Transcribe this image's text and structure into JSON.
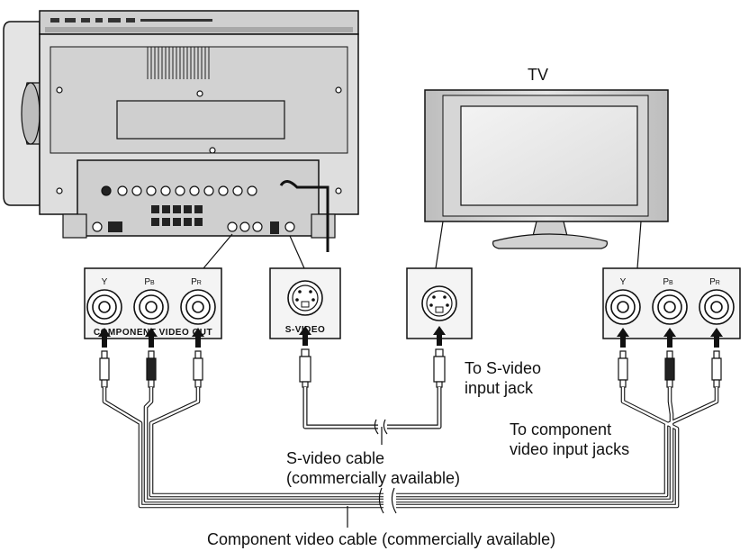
{
  "tv": {
    "label": "TV"
  },
  "component_out": {
    "panel_text": "COMPONENT VIDEO OUT",
    "jacks": [
      {
        "main": "Y",
        "sub": ""
      },
      {
        "main": "P",
        "sub": "B"
      },
      {
        "main": "P",
        "sub": "R"
      }
    ]
  },
  "svideo_out": {
    "panel_text": "S-VIDEO"
  },
  "tv_component_in": {
    "jacks": [
      {
        "main": "Y",
        "sub": ""
      },
      {
        "main": "P",
        "sub": "B"
      },
      {
        "main": "P",
        "sub": "R"
      }
    ]
  },
  "labels": {
    "svideo_input": [
      "To S-video",
      "input jack"
    ],
    "component_input": [
      "To component",
      "video input jacks"
    ],
    "svideo_cable": [
      "S-video cable",
      "(commercially available)"
    ],
    "component_cable": "Component video cable (commercially available)"
  },
  "colors": {
    "line": "#111111",
    "panel_bg": "#f4f4f4",
    "screen": "#e8e8e8",
    "device": "#d9d9d9"
  }
}
